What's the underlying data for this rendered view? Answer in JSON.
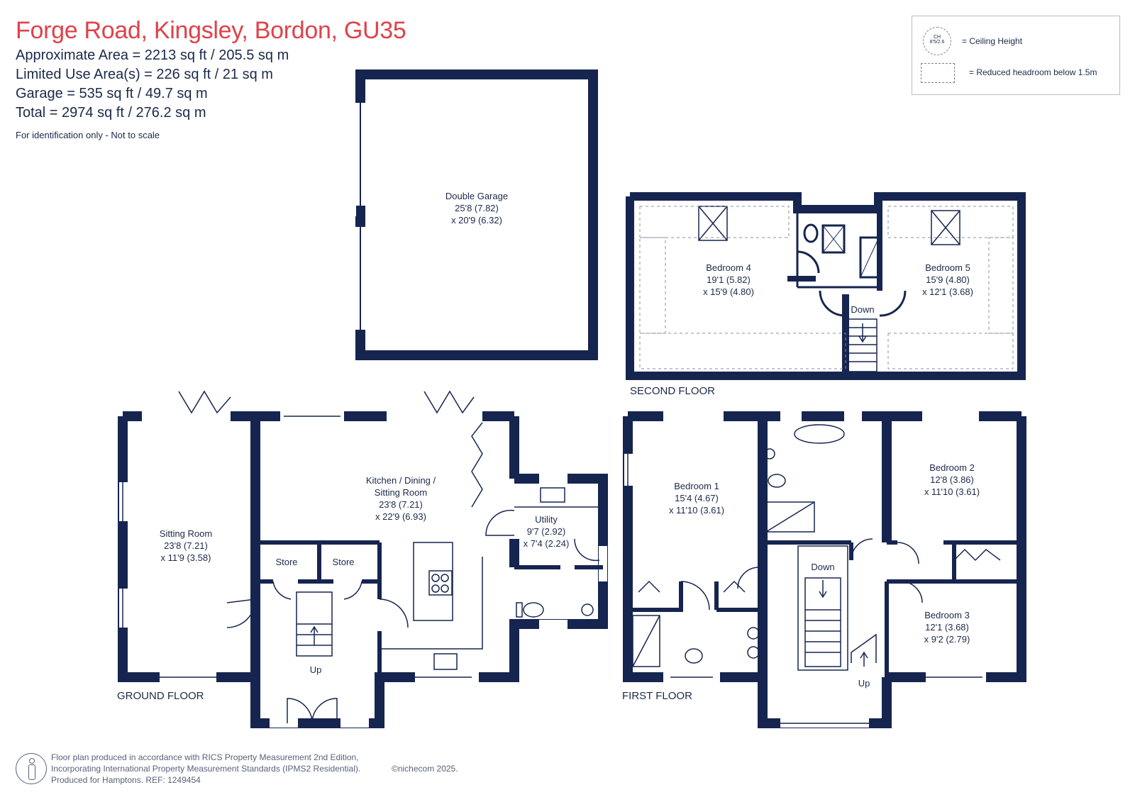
{
  "header": {
    "title": "Forge Road, Kingsley, Bordon, GU35",
    "approx_area": "Approximate Area = 2213  sq ft / 205.5  sq m",
    "limited_use": "Limited Use Area(s) = 226  sq ft / 21  sq m",
    "garage": "Garage = 535 sq ft / 49.7  sq m",
    "total": "Total = 2974 sq ft / 276.2 sq m",
    "disclaimer": "For identification only - Not to scale"
  },
  "legend": {
    "ceiling_symbol_top": "CH",
    "ceiling_symbol_bottom": "8'5/2.6",
    "ceiling_label": "= Ceiling Height",
    "headroom_label": "= Reduced headroom below 1.5m"
  },
  "floors": {
    "ground": "GROUND FLOOR",
    "first": "FIRST FLOOR",
    "second": "SECOND FLOOR"
  },
  "rooms": {
    "garage": {
      "name": "Double Garage",
      "dim1": "25'8 (7.82)",
      "dim2": "x 20'9 (6.32)"
    },
    "bedroom4": {
      "name": "Bedroom 4",
      "dim1": "19'1 (5.82)",
      "dim2": "x 15'9 (4.80)"
    },
    "bedroom5": {
      "name": "Bedroom 5",
      "dim1": "15'9 (4.80)",
      "dim2": "x 12'1 (3.68)"
    },
    "sitting": {
      "name": "Sitting Room",
      "dim1": "23'8 (7.21)",
      "dim2": "x 11'9 (3.58)"
    },
    "kitchen": {
      "name1": "Kitchen / Dining /",
      "name2": "Sitting Room",
      "dim1": "23'8 (7.21)",
      "dim2": "x 22'9 (6.93)"
    },
    "utility": {
      "name": "Utility",
      "dim1": "9'7 (2.92)",
      "dim2": "x 7'4 (2.24)"
    },
    "store1": "Store",
    "store2": "Store",
    "bedroom1": {
      "name": "Bedroom 1",
      "dim1": "15'4 (4.67)",
      "dim2": "x 11'10 (3.61)"
    },
    "bedroom2": {
      "name": "Bedroom 2",
      "dim1": "12'8 (3.86)",
      "dim2": "x 11'10 (3.61)"
    },
    "bedroom3": {
      "name": "Bedroom 3",
      "dim1": "12'1 (3.68)",
      "dim2": "x 9'2 (2.79)"
    }
  },
  "stairs": {
    "ground_up": "Up",
    "first_up": "Up",
    "first_down": "Down",
    "second_down": "Down"
  },
  "footer": {
    "line1": "Floor plan produced in accordance with RICS Property Measurement 2nd Edition,",
    "line2": "Incorporating International Property Measurement Standards (IPMS2 Residential).",
    "line3": "Produced for Hamptons.   REF:  1249454",
    "copyright": "©nichecom 2025."
  },
  "colors": {
    "wall": "#16254f",
    "title": "#e0424a",
    "text": "#1b2a4a"
  }
}
